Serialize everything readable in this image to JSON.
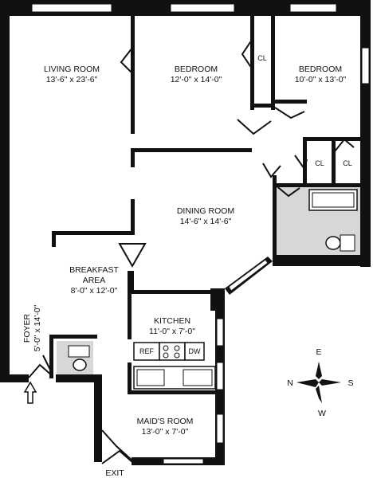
{
  "rooms": {
    "living_room": {
      "name": "LIVING ROOM",
      "dims": "13'-6\" x 23'-6\""
    },
    "bedroom_1": {
      "name": "BEDROOM",
      "dims": "12'-0\" x 14'-0\""
    },
    "bedroom_2": {
      "name": "BEDROOM",
      "dims": "10'-0\" x 13'-0\""
    },
    "dining_room": {
      "name": "DINING ROOM",
      "dims": "14'-6\" x 14'-6\""
    },
    "breakfast_area": {
      "name_line1": "BREAKFAST",
      "name_line2": "AREA",
      "dims": "8'-0\" x 12'-0\""
    },
    "kitchen": {
      "name": "KITCHEN",
      "dims": "11'-0\" x 7'-0\""
    },
    "foyer": {
      "name": "FOYER",
      "dims": "5'-0\" x 14'-0\""
    },
    "maids_room": {
      "name": "MAID'S ROOM",
      "dims": "13'-0\" x 7'-0\""
    }
  },
  "closets": [
    "CL",
    "CL",
    "CL"
  ],
  "appliances": {
    "fridge": "REF",
    "dishwasher": "DW"
  },
  "exit_label": "EXIT",
  "compass": {
    "north": "N",
    "south": "S",
    "east": "E",
    "west": "W"
  }
}
